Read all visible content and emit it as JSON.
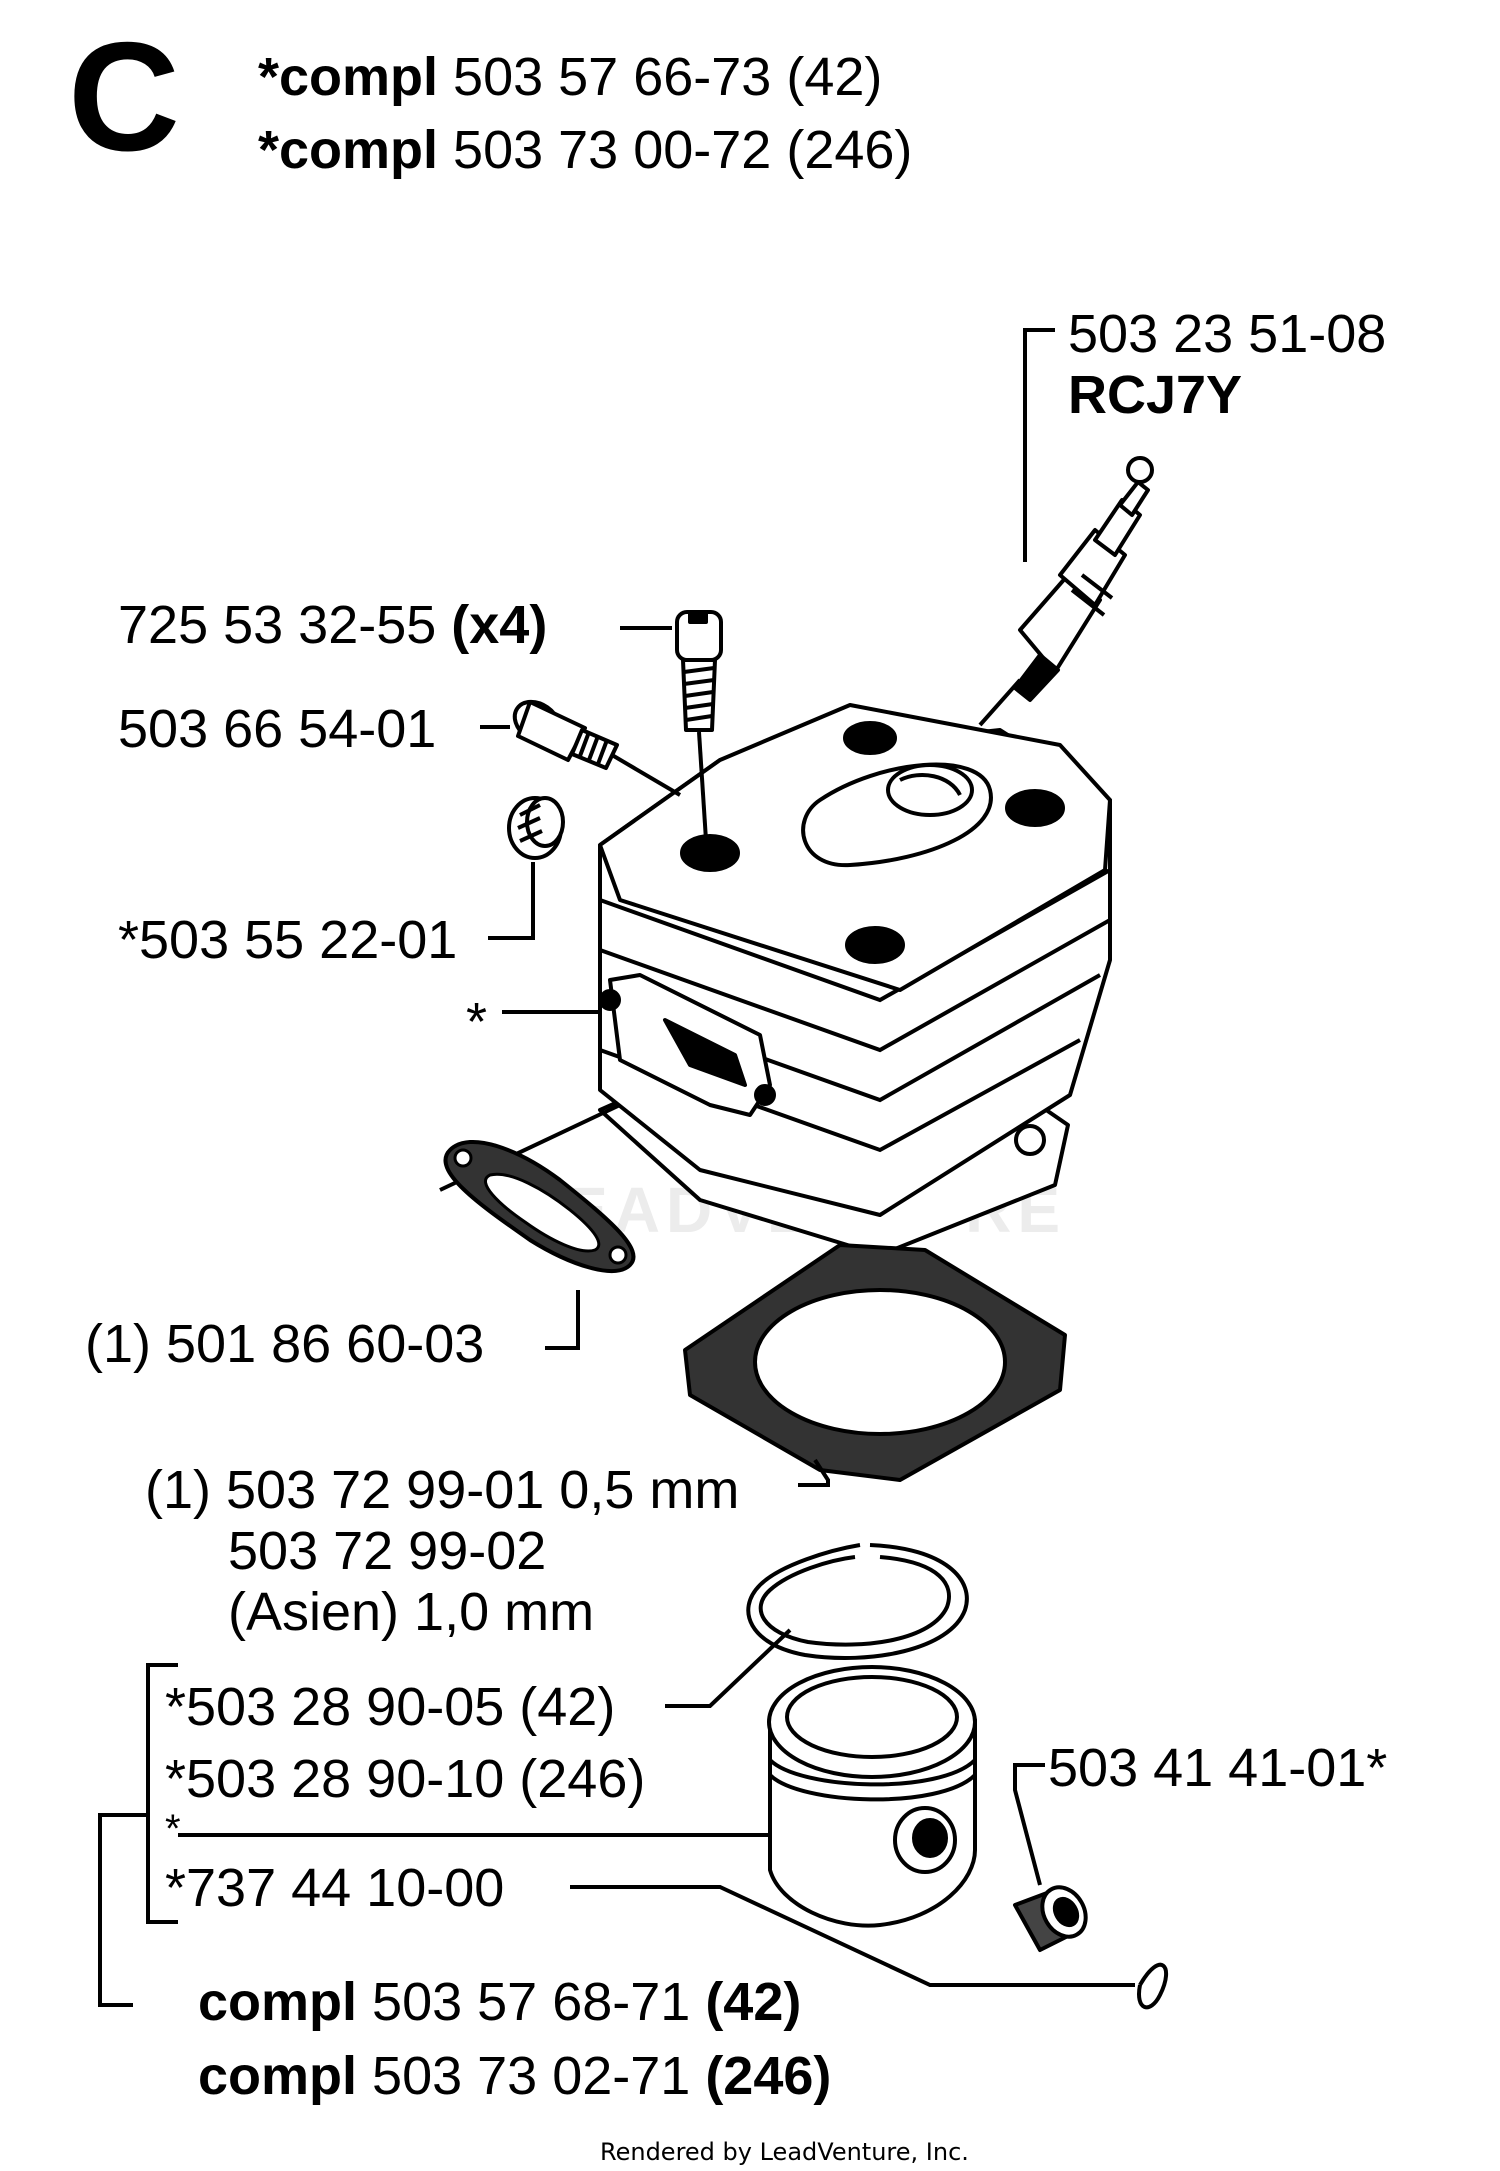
{
  "section_letter": "C",
  "header": {
    "line1": {
      "bold": "*compl",
      "rest": " 503 57 66-73 (42)"
    },
    "line2": {
      "bold": "*compl",
      "rest": " 503 73 00-72 (246)"
    }
  },
  "labels": {
    "spark_plug_part": "503 23 51-08",
    "spark_plug_type": "RCJ7Y",
    "screw_part": "725 53 32-55 ",
    "screw_qty": "(x4)",
    "valve_part": "503 66 54-01",
    "plug_part": "*503 55 22-01",
    "cylinder_marker": "*",
    "gasket_part": "(1) 501 86 60-03",
    "base_gasket_line1": "(1) 503 72 99-01 0,5 mm",
    "base_gasket_line2": "503 72 99-02",
    "base_gasket_line3": "(Asien) 1,0 mm",
    "ring_part_42": "*503 28 90-05 (42)",
    "ring_part_246": "*503 28 90-10 (246)",
    "piston_marker": "*",
    "pin_clip_part": "*737 44 10-00",
    "bearing_part": "503 41 41-01*",
    "piston_kit_42": {
      "bold": "compl",
      "rest": " 503 57 68-71 ",
      "qty": "(42)"
    },
    "piston_kit_246": {
      "bold": "compl",
      "rest": " 503 73 02-71 ",
      "qty": "(246)"
    }
  },
  "watermark": "LEADVENTURE",
  "footer": "Rendered by LeadVenture, Inc."
}
